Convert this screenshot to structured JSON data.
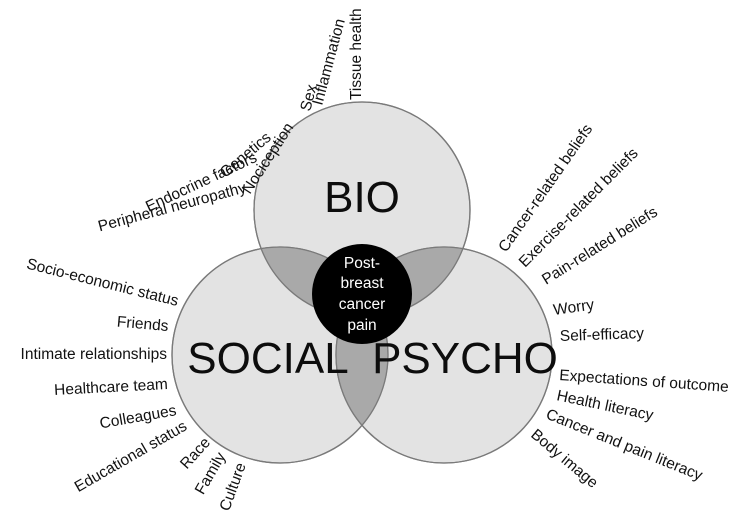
{
  "circles": {
    "bio": "BIO",
    "social": "SOCIAL",
    "psycho": "PSYCHO"
  },
  "center": {
    "line1": "Post-",
    "line2": "breast",
    "line3": "cancer",
    "line4": "pain"
  },
  "bio_factors": [
    "Tissue health",
    "Inflammation",
    "Sex",
    "Nociception",
    "Genetics",
    "Endocrine factors",
    "Peripheral neuropathy"
  ],
  "psycho_factors": [
    "Cancer-related beliefs",
    "Exercise-related beliefs",
    "Pain-related beliefs",
    "Worry",
    "Self-efficacy",
    "Expectations of outcome",
    "Health literacy",
    "Cancer and pain literacy",
    "Body image"
  ],
  "social_factors": [
    "Socio-economic status",
    "Friends",
    "Intimate relationships",
    "Healthcare team",
    "Colleagues",
    "Educational status",
    "Race",
    "Family",
    "Culture"
  ],
  "colors": {
    "circle_fill": "#d8d8d8",
    "overlap_fill": "#a9a9a9",
    "center_fill": "#000000",
    "text": "#111111"
  }
}
